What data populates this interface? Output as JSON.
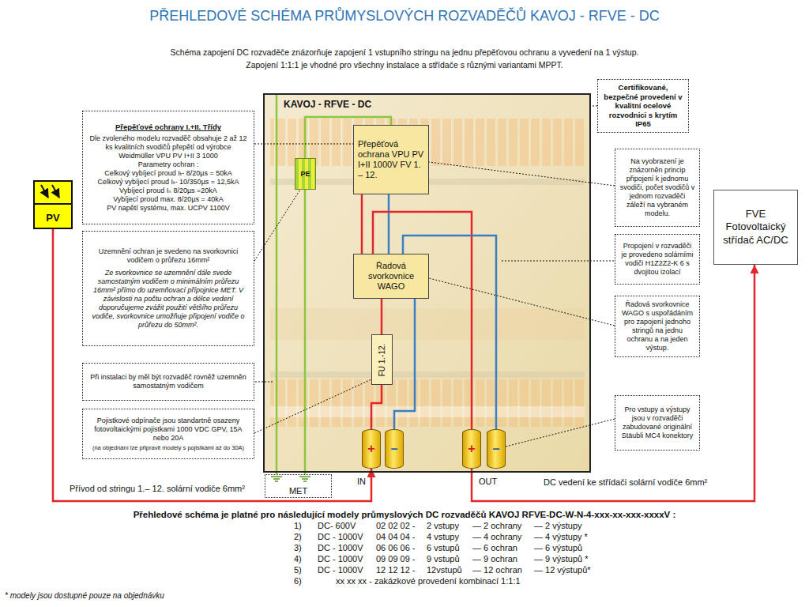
{
  "diagram": {
    "title": "PŘEHLEDOVÉ SCHÉMA PRŮMYSLOVÝCH ROZVADĚČŮ KAVOJ - RFVE - DC",
    "nodes": [
      {
        "text": [
          "PV"
        ]
      },
      {
        "text": [
          "Přepěťové ochrany I.+II. Třídy",
          "Dle zvoleného modelu rozvaděč obsahuje 2 až 12 ks kvalitních svodičů přepětí od výrobce Weidmüller VPU PV I+II 3 1000",
          "Parametry ochran :",
          "Celkový vybíjecí proud Iₜ- 8/20µs = 50kA",
          "Celkový vybíjecí proud Iₜ- 10/350µs = 12,5kA",
          "Vybíjecí proud Iₙ 8/20µs =20kA",
          "Vybíjecí proud max. 8/20µs = 40kA",
          "PV napětí systému, max. UCPV 1100V"
        ]
      },
      {
        "text": [
          "Uzemnění ochran je svedeno na svorkovnici vodičem o průřezu 16mm²",
          "Ze svorkovnice se uzemnění dále svede samostatným vodičem o minimálním průřezu 16mm² přímo do uzemňovací přípojnice MET. V závislosti na počtu ochran a délce vedení doporučujeme zvážit použití většího průřezu vodiče, svorkovnice umožňuje připojení vodiče o průřezu do 50mm²."
        ]
      },
      {
        "text": [
          "Při instalaci by měl být rozvaděč rovněž uzemněn samostatným vodičem"
        ]
      },
      {
        "text": [
          "Pojistkové odpínače jsou standartně osazeny fotovoltaickými pojistkami 1000 VDC GPV, 15A nebo 20A",
          "(na objednání lze připravit modely s pojistkami až do 30A)"
        ]
      },
      {
        "text": [
          "KAVOJ - RFVE - DC"
        ]
      },
      {
        "text": [
          "PE"
        ],
        "in": 5
      },
      {
        "text": [
          "Přepěťová ochrana VPU PV I+II 1000V FV 1. – 12."
        ],
        "in": 5
      },
      {
        "text": [
          "Řadová svorkovnice WAGO"
        ],
        "in": 5
      },
      {
        "text": [
          "FU 1.-12."
        ],
        "in": 5
      },
      {
        "text": [
          "+"
        ],
        "in": 5
      },
      {
        "text": [
          "–"
        ],
        "in": 5
      },
      {
        "text": [
          "+"
        ],
        "in": 5
      },
      {
        "text": [
          "–"
        ],
        "in": 5
      },
      {
        "text": [
          "MET"
        ]
      },
      {
        "text": [
          "Certifikované, bezpečné provedení v kvalitní ocelové rozvodnici s krytím IP65"
        ]
      },
      {
        "text": [
          "Na vyobrazení je znázorněn princip připojení k jednomu svodiči, počet svodičů v jednom rozvaděči záleží na vybraném modelu."
        ]
      },
      {
        "text": [
          "Propojení v rozvaděči je provedeno solárními vodiči H1Z2Z2-K 6 s dvojitou izolací"
        ]
      },
      {
        "text": [
          "Řadová svorkovnice WAGO s uspořádáním pro zapojení jednoho stringů na jednu ochranu a na jeden výstup."
        ]
      },
      {
        "text": [
          "Pro vstupy a výstupy jsou v rozvaděči zabudované originální Stäubli MC4 konektory"
        ]
      },
      {
        "text": [
          "FVE Fotovoltaický střídač AC/DC"
        ]
      }
    ],
    "edges": [
      {
        "from": 0,
        "to": 10,
        "arrow": "to"
      },
      {
        "from": 12,
        "to": 20,
        "arrow": "to"
      },
      {
        "from": 10,
        "to": 9,
        "arrow": "none"
      },
      {
        "from": 9,
        "to": 8,
        "arrow": "none"
      },
      {
        "from": 11,
        "to": 8,
        "arrow": "none"
      },
      {
        "from": 8,
        "to": 7,
        "arrow": "none"
      },
      {
        "from": 8,
        "to": 7,
        "arrow": "none"
      },
      {
        "from": 8,
        "to": 12,
        "arrow": "none"
      },
      {
        "from": 8,
        "to": 13,
        "arrow": "none"
      },
      {
        "from": 7,
        "to": 6,
        "arrow": "none"
      },
      {
        "from": 6,
        "to": 14,
        "arrow": "none"
      },
      {
        "from": 5,
        "to": 14,
        "arrow": "none"
      },
      {
        "from": 1,
        "to": 7,
        "arrow": "none"
      },
      {
        "from": 2,
        "to": 6,
        "arrow": "none"
      },
      {
        "from": 4,
        "to": 9,
        "arrow": "none"
      },
      {
        "from": 15,
        "to": 5,
        "arrow": "none"
      },
      {
        "from": 16,
        "to": 7,
        "arrow": "none"
      },
      {
        "from": 18,
        "to": 8,
        "arrow": "none"
      },
      {
        "from": 19,
        "to": 13,
        "arrow": "none"
      }
    ],
    "labels": [
      "Schéma zapojení DC rozvaděče znázorňuje zapojení 1 vstupního stringu na jednu přepěťovou ochranu a vyvedení na 1 výstup.",
      "Zapojení 1:1:1 je vhodné pro všechny instalace a střídače s různými variantami MPPT.",
      "Přívod od stringu 1.– 12. solární vodiče 6mm²",
      "IN",
      "OUT",
      "DC vedení ke střídači solární vodiče 6mm²",
      "Přehledové schéma je platné pro následující modely průmyslových DC rozvaděčů KAVOJ RFVE-DC-W-N-4-xxx-xx-xxx-xxxxV :",
      "1)",
      "DC- 600V",
      "02 02 02 -",
      "2 vstupy",
      "— 2 ochrany",
      "— 2 výstupy",
      "2)",
      "DC - 1000V",
      "04 04 04 -",
      "4 vstupy",
      "— 4 ochrany",
      "— 4 výstupy *",
      "3)",
      "DC - 1000V",
      "06 06 06 -",
      "6 vstupů",
      "— 6 ochran",
      "— 6 výstupů",
      "4)",
      "DC - 1000V",
      "09 09 09 -",
      "9 vstupů",
      "— 9 ochran",
      "— 9 výstupů *",
      "5)",
      "DC - 1000V",
      "12 12 12 -",
      "12vstupů",
      "— 12 ochran",
      "— 12 výstupů*",
      "6)",
      "xx xx xx - zakázkové provedení kombinací 1:1:1",
      "* modely jsou dostupné pouze na objednávku"
    ]
  }
}
